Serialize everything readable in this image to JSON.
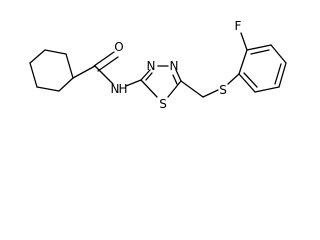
{
  "molecule": {
    "atoms": {
      "oxygen": "O",
      "fluorine": "F",
      "nh_nitrogen": "N",
      "nh_hydrogen": "H",
      "ring_nitrogen_left": "N",
      "ring_nitrogen_right": "N",
      "ring_sulfur": "S",
      "thioether_sulfur": "S"
    },
    "colors": {
      "bond": "#000000",
      "label": "#000000",
      "background": "#ffffff"
    }
  }
}
